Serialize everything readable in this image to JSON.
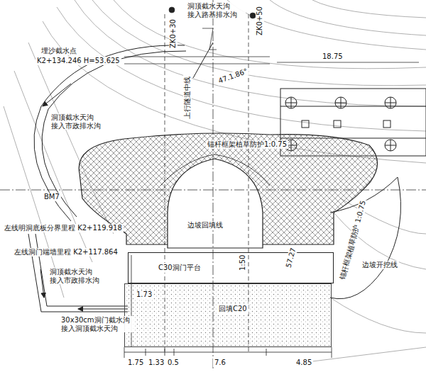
{
  "diagram": {
    "nodes": [
      {
        "text": [
          "C30洞门平台"
        ]
      },
      {
        "text": [
          "回填C20"
        ]
      }
    ],
    "labels": [
      "洞顶截水天沟 接入路基排水沟",
      "ZK0+30",
      "ZK0+50",
      "埋沙截水点",
      "K2+134.246 H=53.625",
      "47.1.86°",
      "18.75",
      "洞顶截水天沟 接入市政排水沟",
      "锚杆框架植草防护1:0.75",
      "左线明洞底板分界里程 K2+119.918",
      "左线洞门端墙里程 K2+117.864",
      "边坡回填线",
      "1:50",
      "洞顶截水天沟 接入市政排水沟",
      "30x30cm洞门截水沟 接入洞顶截水天沟",
      "边坡开挖线",
      "锚杆框架植草防护 1:0.75",
      "57.27",
      "BM7",
      "1.75",
      "1.33",
      "0.5",
      "7.6",
      "4.85",
      "1.73",
      "上行隧道中线"
    ]
  }
}
